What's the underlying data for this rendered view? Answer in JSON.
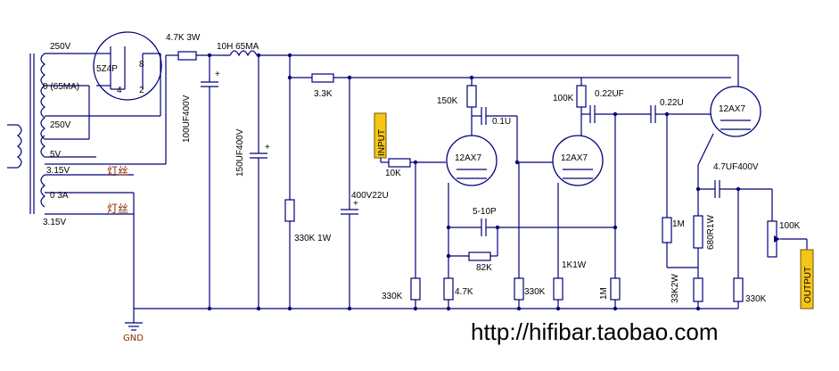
{
  "transformer": {
    "secondary_top": "250V",
    "center_tap": "0 (65MA)",
    "secondary_bottom": "250V",
    "fil5v": "5V",
    "heater_a": "3.15V",
    "heater_mid": "0 3A",
    "heater_b": "3.15V",
    "heater_label_1": "灯丝",
    "heater_label_2": "灯丝"
  },
  "rectifier": {
    "tube": "5Z4P",
    "pin8": "8",
    "pin4": "4",
    "pin2": "2"
  },
  "power_supply": {
    "series_r": "4.7K 3W",
    "choke": "10H 65MA",
    "cap1": "100UF400V",
    "cap2": "150UF400V",
    "dropper": "3.3K",
    "bleeder": "330K 1W",
    "cap3": "400V22U",
    "ground": "GND"
  },
  "stage1": {
    "input_tag": "INPUT",
    "grid_r": "10K",
    "grid_leak": "330K",
    "plate_r": "150K",
    "coupling": "0.1U",
    "tube": "12AX7",
    "cathode_r": "4.7K",
    "fb_cap": "5-10P",
    "fb_res": "82K",
    "second_grid_leak": "330K"
  },
  "stage2": {
    "plate_r": "100K",
    "coupling": "0.22UF",
    "tube": "12AX7",
    "cathode_r": "1K1W",
    "grid_leak": "1M"
  },
  "stage3": {
    "coupling": "0.22U",
    "tube": "12AX7",
    "grid_leak": "1M",
    "cathode_r_top": "680R1W",
    "cathode_r_bottom": "33K2W",
    "output_cap": "4.7UF400V",
    "pot": "100K",
    "load_r": "330K",
    "output_tag": "OUTPUT"
  },
  "watermark": "http://hifibar.taobao.com"
}
